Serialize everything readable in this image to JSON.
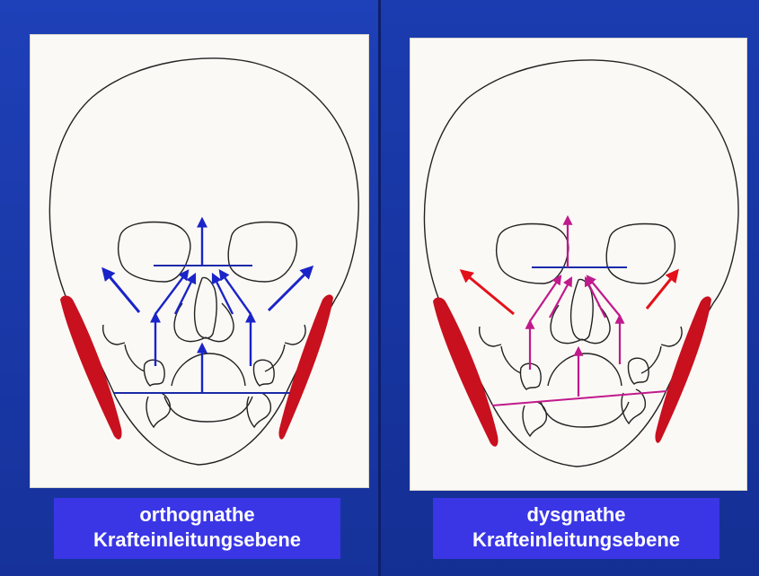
{
  "panels": [
    {
      "id": "left",
      "caption_line1": "orthognathe",
      "caption_line2": "Krafteinleitungsebene"
    },
    {
      "id": "right",
      "caption_line1": "dysgnathe",
      "caption_line2": "Krafteinleitungsebene"
    }
  ],
  "colors": {
    "background": "#1f3fae",
    "caption_bg": "#3a36e6",
    "muscle": "#c8101e",
    "left_arrows": "#1a24c8",
    "right_arrows_inner": "#c01a8c",
    "right_arrows_outer": "#e4101a",
    "plane_line": "#1a2aa8"
  }
}
